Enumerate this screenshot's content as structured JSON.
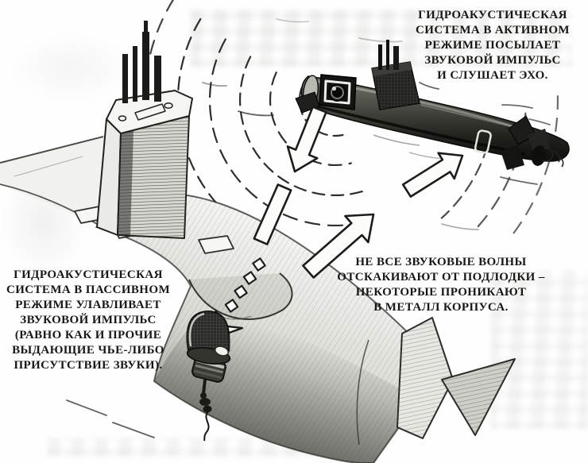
{
  "figure": {
    "kind": "book-illustration",
    "alt": "Pencil-and-ink drawing of two submarines: an active-sonar submarine above sends sound pulses (dashed arcs and arrows) toward a large submarine below whose passive sonar hydrophone (drawn as a retro microphone) listens; some sound penetrates the hull.",
    "captions": {
      "active_sonar": "ГИДРОАКУСТИЧЕСКАЯ\nСИСТЕМА В АКТИВНОМ\nРЕЖИМЕ ПОСЫЛАЕТ\nЗВУКОВОЙ ИМПУЛЬС\nИ СЛУШАЕТ ЭХО.",
      "passive_sonar": "ГИДРОАКУСТИЧЕСКАЯ\nСИСТЕМА В ПАССИВНОМ\nРЕЖИМЕ УЛАВЛИВАЕТ\nЗВУКОВОЙ ИМПУЛЬС\n(РАВНО КАК И ПРОЧИЕ\nВЫДАЮЩИЕ ЧЬЕ-ЛИБО\nПРИСУТСТВИЕ ЗВУКИ).",
      "absorption": "НЕ ВСЕ ЗВУКОВЫЕ ВОЛНЫ\nОТСКАКИВАЮТ ОТ ПОДЛОДКИ –\nНЕКОТОРЫЕ ПРОНИКАЮТ\nВ МЕТАЛЛ КОРПУСА."
    },
    "colors": {
      "paper": "#fefefe",
      "ink": "#171715",
      "pencil_dark": "#262622",
      "pencil_mid": "#8d8d86",
      "pencil_light": "#e3e3df"
    }
  }
}
